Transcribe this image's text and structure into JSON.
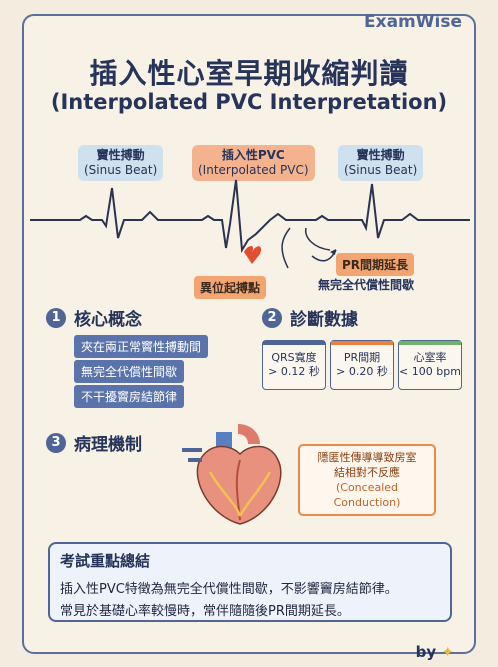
{
  "brand": "ExamWise",
  "title_cn": "插入性心室早期收縮判讀",
  "title_en": "(Interpolated PVC Interpretation)",
  "beats": {
    "sinus_left": {
      "cn": "竇性搏動",
      "en": "(Sinus Beat)"
    },
    "pvc": {
      "cn": "插入性PVC",
      "en": "(Interpolated PVC)"
    },
    "sinus_right": {
      "cn": "竇性搏動",
      "en": "(Sinus Beat)"
    }
  },
  "annotations": {
    "ectopic": "異位起搏點",
    "pr_prolong": "PR間期延長",
    "incomplete_pause": "無完全代償性間歇"
  },
  "section1": {
    "num": "1",
    "title": "核心概念",
    "items": [
      "夾在兩正常竇性搏動間",
      "無完全代償性間歇",
      "不干擾竇房結節律"
    ]
  },
  "section2": {
    "num": "2",
    "title": "診斷數據",
    "criteria": [
      {
        "label": "QRS寬度",
        "value": "> 0.12 秒"
      },
      {
        "label": "PR間期",
        "value": "> 0.20 秒"
      },
      {
        "label": "心室率",
        "value": "< 100 bpm"
      }
    ]
  },
  "section3": {
    "num": "3",
    "title": "病理機制",
    "callout": [
      "隱匿性傳導導致房室",
      "結相對不反應",
      "(Concealed Conduction)"
    ]
  },
  "summary": {
    "title": "考試重點總結",
    "lines": [
      "插入性PVC特徵為無完全代償性間歇，不影響竇房結節律。",
      "常見於基礎心率較慢時，常伴隨隨後PR間期延長。"
    ]
  },
  "footer": "by",
  "colors": {
    "navy": "#27345a",
    "accent_blue": "#4f6596",
    "orange": "#e9823f",
    "green": "#6fb36a"
  }
}
